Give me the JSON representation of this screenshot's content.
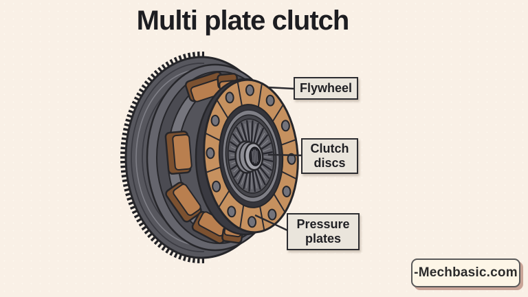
{
  "title": "Multi plate clutch",
  "diagram": {
    "labels": {
      "flywheel": "Flywheel",
      "clutch_discs": "Clutch discs",
      "pressure_plates": "Pressure plates"
    }
  },
  "watermark": "-Mechbasic.com",
  "colors": {
    "background": "#f9f0e6",
    "outline": "#26262a",
    "flywheel_gray": "#57575e",
    "friction_ring_copper": "#c6915f",
    "pressure_block_brown": "#b97f4f",
    "label_box_bg": "#eae5dc",
    "watermark_shadow": "#c9a497"
  }
}
